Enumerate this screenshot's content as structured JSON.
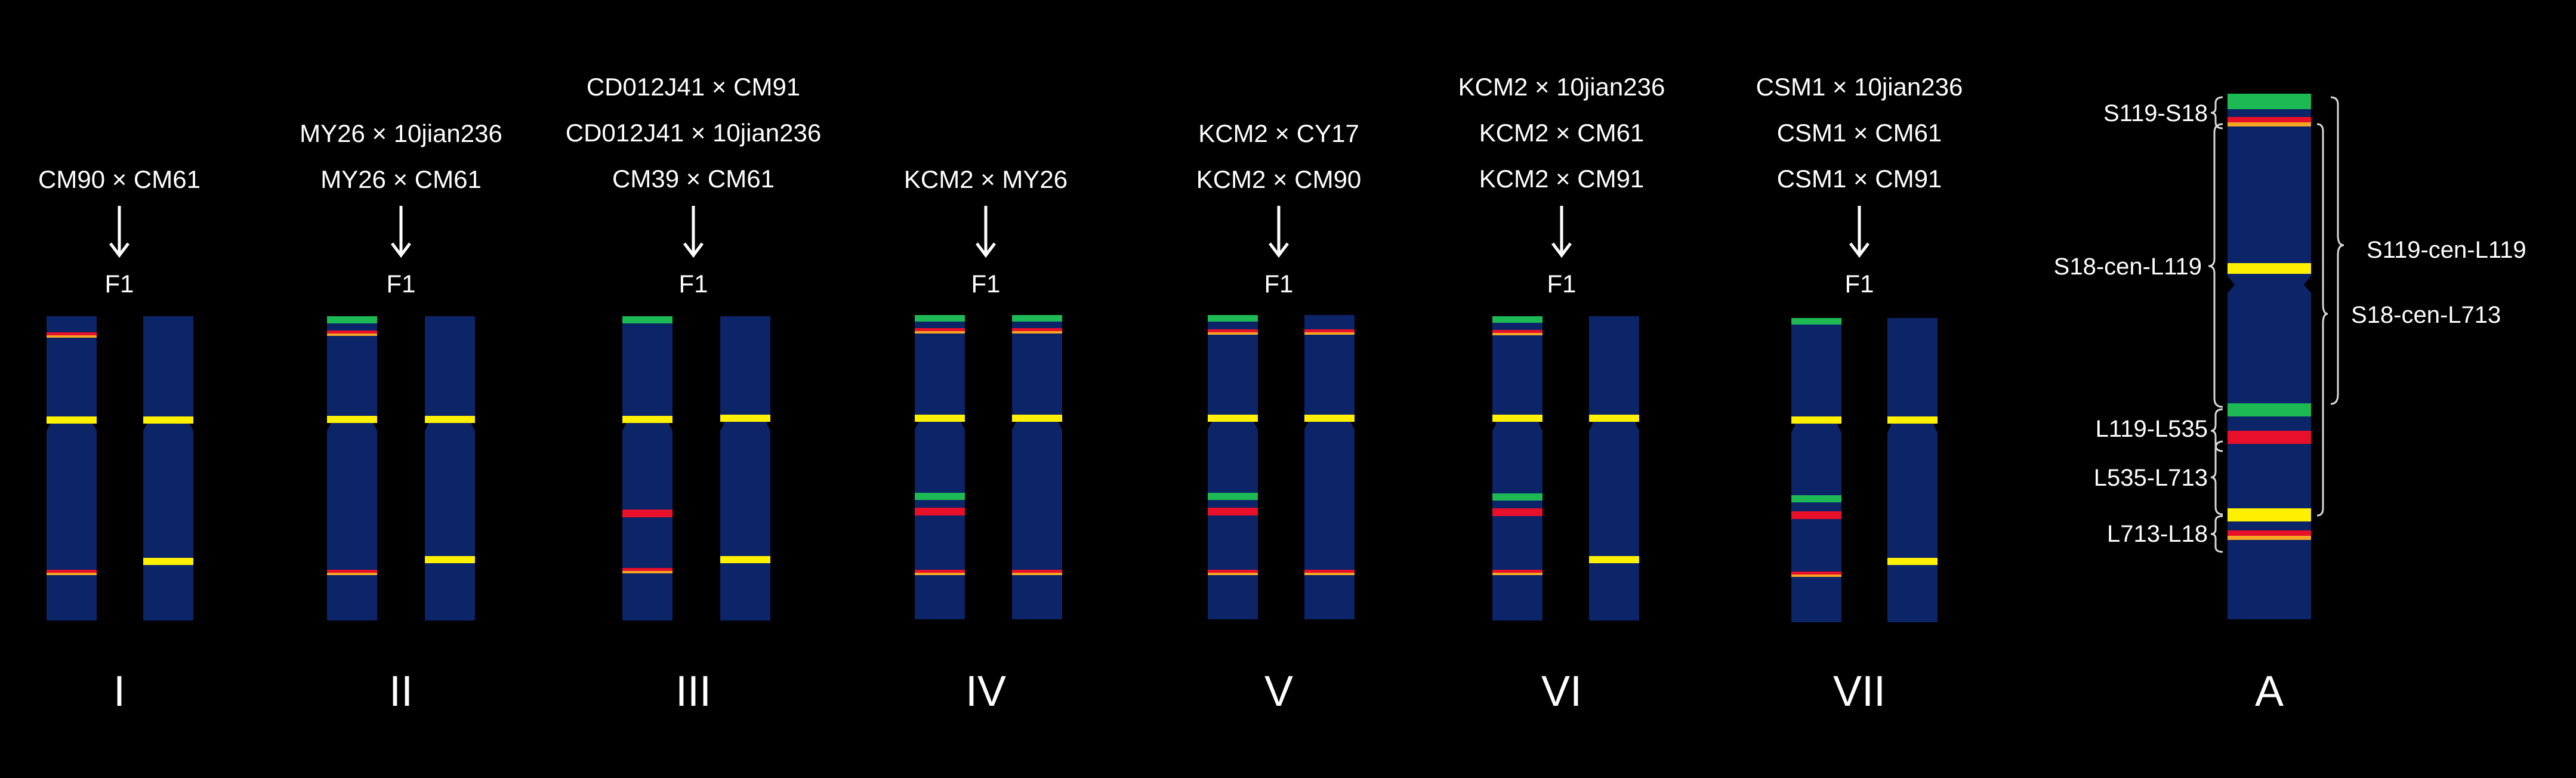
{
  "colors": {
    "background": "#000000",
    "chromosome": "#0c2468",
    "green": "#1db954",
    "red": "#e8102a",
    "orange": "#f5a623",
    "yellow": "#fff000"
  },
  "groups": [
    {
      "numeral": "I",
      "crosses": [
        "CM90 × CM61"
      ],
      "f1": "F1"
    },
    {
      "numeral": "II",
      "crosses": [
        "MY26 × 10jian236",
        "MY26 × CM61"
      ],
      "f1": "F1"
    },
    {
      "numeral": "III",
      "crosses": [
        "CD012J41 × CM91",
        "CD012J41 × 10jian236",
        "CM39 × CM61"
      ],
      "f1": "F1"
    },
    {
      "numeral": "IV",
      "crosses": [
        "KCM2 × MY26"
      ],
      "f1": "F1"
    },
    {
      "numeral": "V",
      "crosses": [
        "KCM2 × CY17",
        "KCM2 × CM90"
      ],
      "f1": "F1"
    },
    {
      "numeral": "VI",
      "crosses": [
        "KCM2 × 10jian236",
        "KCM2 × CM61",
        "KCM2 × CM91"
      ],
      "f1": "F1"
    },
    {
      "numeral": "VII",
      "crosses": [
        "CSM1 × 10jian236",
        "CSM1 × CM61",
        "CSM1 × CM91"
      ],
      "f1": "F1"
    }
  ],
  "reference": {
    "numeral": "A",
    "left_labels": [
      "S119-S18",
      "S18-cen-L119",
      "L119-L535",
      "L535-L713",
      "L713-L18"
    ],
    "right_labels": [
      "S119-cen-L119",
      "S18-cen-L713"
    ]
  }
}
